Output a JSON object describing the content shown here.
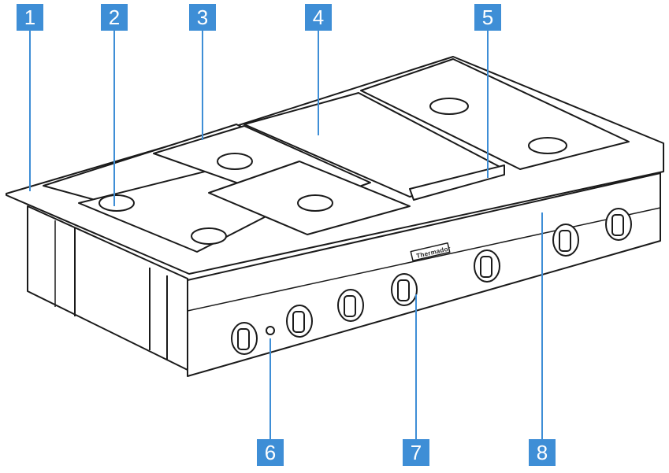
{
  "colors": {
    "callout_fill": "#3e8ed6",
    "callout_text": "#ffffff",
    "leader_line": "#3e8ed6",
    "outline": "#1a1a1a"
  },
  "callouts": [
    {
      "number": "1",
      "part": "rim"
    },
    {
      "number": "2",
      "part": "burner"
    },
    {
      "number": "3",
      "part": "grate"
    },
    {
      "number": "4",
      "part": "griddle"
    },
    {
      "number": "5",
      "part": "griddle-drip-channel"
    },
    {
      "number": "6",
      "part": "ignition-light"
    },
    {
      "number": "7",
      "part": "control-knob"
    },
    {
      "number": "8",
      "part": "control-panel"
    }
  ],
  "brand_plate": "Thermador"
}
